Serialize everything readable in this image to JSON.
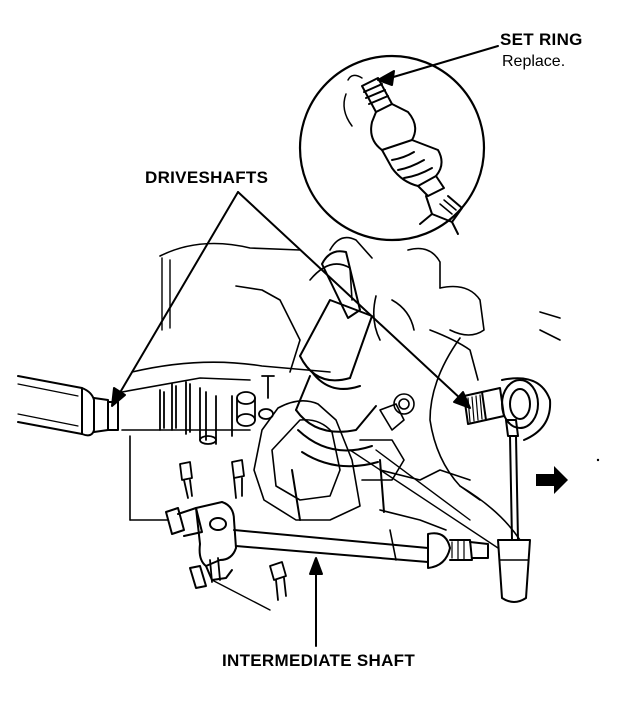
{
  "labels": {
    "set_ring": "SET RING",
    "set_ring_note": "Replace.",
    "driveshafts": "DRIVESHAFTS",
    "intermediate_shaft": "INTERMEDIATE SHAFT"
  },
  "colors": {
    "ink": "#000000",
    "paper": "#ffffff"
  },
  "icons": [
    "direction-arrow-icon"
  ]
}
